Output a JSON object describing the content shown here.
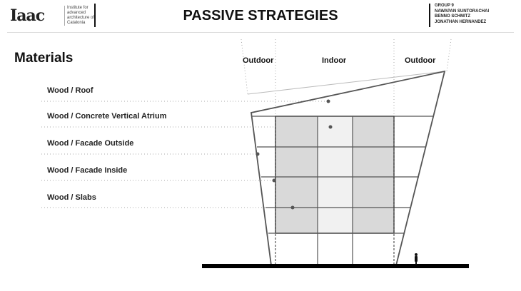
{
  "header": {
    "logo": "Iaac",
    "institute": "Institute for advanced architecture of Catalonia",
    "title": "PASSIVE STRATEGIES",
    "group": [
      "GROUP 9",
      "NAWAPAN SUNTORACHAI",
      "BENNO SCHMITZ",
      "JONATHAN HERNANDEZ"
    ]
  },
  "section_title": "Materials",
  "materials": [
    "Wood / Roof",
    "Wood / Concrete Vertical Atrium",
    "Wood / Facade Outside",
    "Wood / Facade Inside",
    "Wood / Slabs"
  ],
  "zones": [
    "Outdoor",
    "Indoor",
    "Outdoor"
  ],
  "colors": {
    "block": "#d9d9d9",
    "atrium": "#f1f1f1",
    "lines": "#555555"
  }
}
